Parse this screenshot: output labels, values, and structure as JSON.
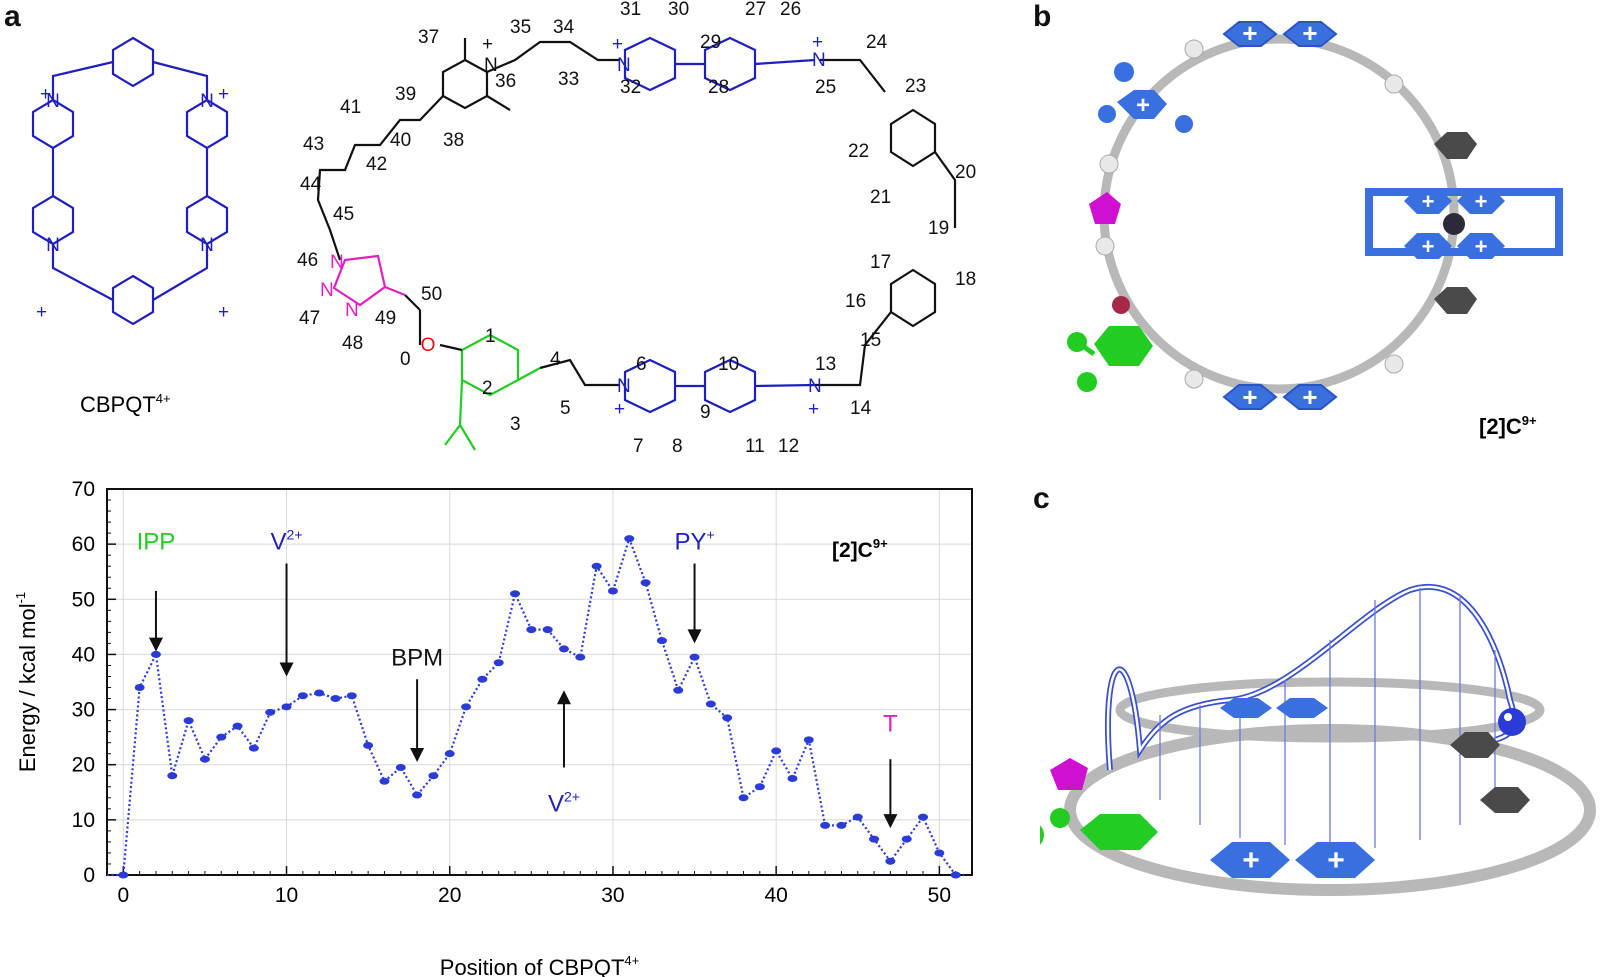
{
  "panels": {
    "a": "a",
    "b": "b",
    "c": "c"
  },
  "colors": {
    "viologen": "#1f1fbf",
    "ipp": "#22cc22",
    "triazole": "#e020c0",
    "oxygen": "#e01010",
    "dots": "#2a3bd6",
    "model_blue": "#3a6fe0",
    "model_gray": "#4a4a4a",
    "model_green": "#22cc22",
    "model_magenta": "#d010d0"
  },
  "chem": {
    "cbpqt_label": "CBPQT",
    "cbpqt_charge": "4+",
    "N": "N",
    "O": "O",
    "plus": "+",
    "atom_numbers": [
      "0",
      "1",
      "2",
      "3",
      "4",
      "5",
      "6",
      "7",
      "8",
      "9",
      "10",
      "11",
      "12",
      "13",
      "14",
      "15",
      "16",
      "17",
      "18",
      "19",
      "20",
      "21",
      "22",
      "23",
      "24",
      "25",
      "26",
      "27",
      "28",
      "29",
      "30",
      "31",
      "32",
      "33",
      "34",
      "35",
      "36",
      "37",
      "38",
      "39",
      "40",
      "41",
      "42",
      "43",
      "44",
      "45",
      "46",
      "47",
      "48",
      "49",
      "50"
    ]
  },
  "model_b": {
    "label": "[2]C",
    "charge": "9+"
  },
  "chart_data": {
    "type": "line",
    "xlabel_main": "Position of CBPQT",
    "xlabel_sup": "4+",
    "ylabel_main": "Energy / kcal mol",
    "ylabel_sup": "-1",
    "xlim": [
      -1,
      52
    ],
    "ylim": [
      0,
      70
    ],
    "xticks": [
      0,
      10,
      20,
      30,
      40,
      50
    ],
    "yticks": [
      0,
      10,
      20,
      30,
      40,
      50,
      60,
      70
    ],
    "grid": true,
    "corner_label": "[2]C",
    "corner_sup": "9+",
    "x": [
      0,
      1,
      2,
      3,
      4,
      5,
      6,
      7,
      8,
      9,
      10,
      11,
      12,
      13,
      14,
      15,
      16,
      17,
      18,
      19,
      20,
      21,
      22,
      23,
      24,
      25,
      26,
      27,
      28,
      29,
      30,
      31,
      32,
      33,
      34,
      35,
      36,
      37,
      38,
      39,
      40,
      41,
      42,
      43,
      44,
      45,
      46,
      47,
      48,
      49,
      50,
      51
    ],
    "values": [
      0,
      34,
      40,
      18,
      28,
      21,
      25,
      27,
      23,
      29.5,
      30.5,
      32.5,
      33,
      32,
      32.5,
      23.5,
      17,
      19.5,
      14.5,
      18,
      22,
      30.5,
      35.5,
      38.5,
      51,
      44.5,
      44.5,
      41,
      39.5,
      56,
      51.5,
      61,
      53,
      42.5,
      33.5,
      39.5,
      31,
      28.5,
      14,
      16,
      22.5,
      17.5,
      24.5,
      9,
      9,
      10.5,
      6.5,
      2.5,
      6.5,
      10.5,
      4,
      0
    ],
    "annotations": [
      {
        "label": "IPP",
        "sup": "",
        "color": "#22cc22",
        "x": 2,
        "y_tip": 40.5,
        "y_tail": 51.5,
        "text_y": 59,
        "dir": "down"
      },
      {
        "label": "V",
        "sup": "2+",
        "color": "#1f1fbf",
        "x": 10,
        "y_tip": 36,
        "y_tail": 56.5,
        "text_y": 59,
        "dir": "down"
      },
      {
        "label": "BPM",
        "sup": "",
        "color": "#111111",
        "x": 18,
        "y_tip": 20.5,
        "y_tail": 35.5,
        "text_y": 38,
        "dir": "down"
      },
      {
        "label": "V",
        "sup": "2+",
        "color": "#1f1fbf",
        "x": 27,
        "y_tip": 33.5,
        "y_tail": 19.5,
        "text_y": 11.5,
        "dir": "up"
      },
      {
        "label": "PY",
        "sup": "+",
        "color": "#1f1fbf",
        "x": 35,
        "y_tip": 42,
        "y_tail": 56.5,
        "text_y": 59,
        "dir": "down"
      },
      {
        "label": "T",
        "sup": "",
        "color": "#e020c0",
        "x": 47,
        "y_tip": 8.5,
        "y_tail": 21,
        "text_y": 26,
        "dir": "down"
      }
    ]
  }
}
